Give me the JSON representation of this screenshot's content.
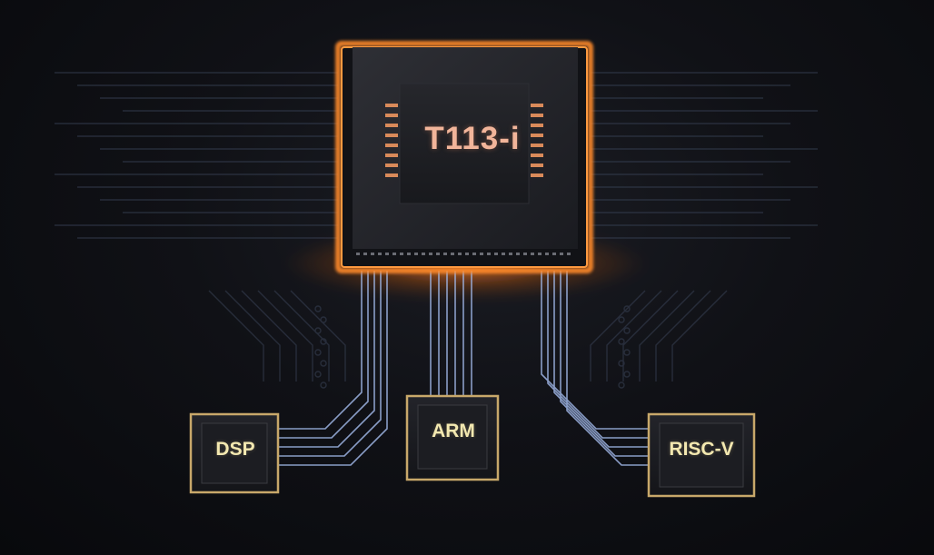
{
  "main_chip": {
    "label": "T113-i"
  },
  "cores": [
    {
      "id": "dsp",
      "label": "DSP"
    },
    {
      "id": "arm",
      "label": "ARM"
    },
    {
      "id": "riscv",
      "label": "RISC-V"
    }
  ],
  "colors": {
    "background": "#0a0b0f",
    "glow_orange": "#ff8a2a",
    "chip_label": "#f2b59a",
    "core_border": "#c8a86a",
    "core_label": "#f3e8b0",
    "trace_blue": "#9fb6e6"
  }
}
